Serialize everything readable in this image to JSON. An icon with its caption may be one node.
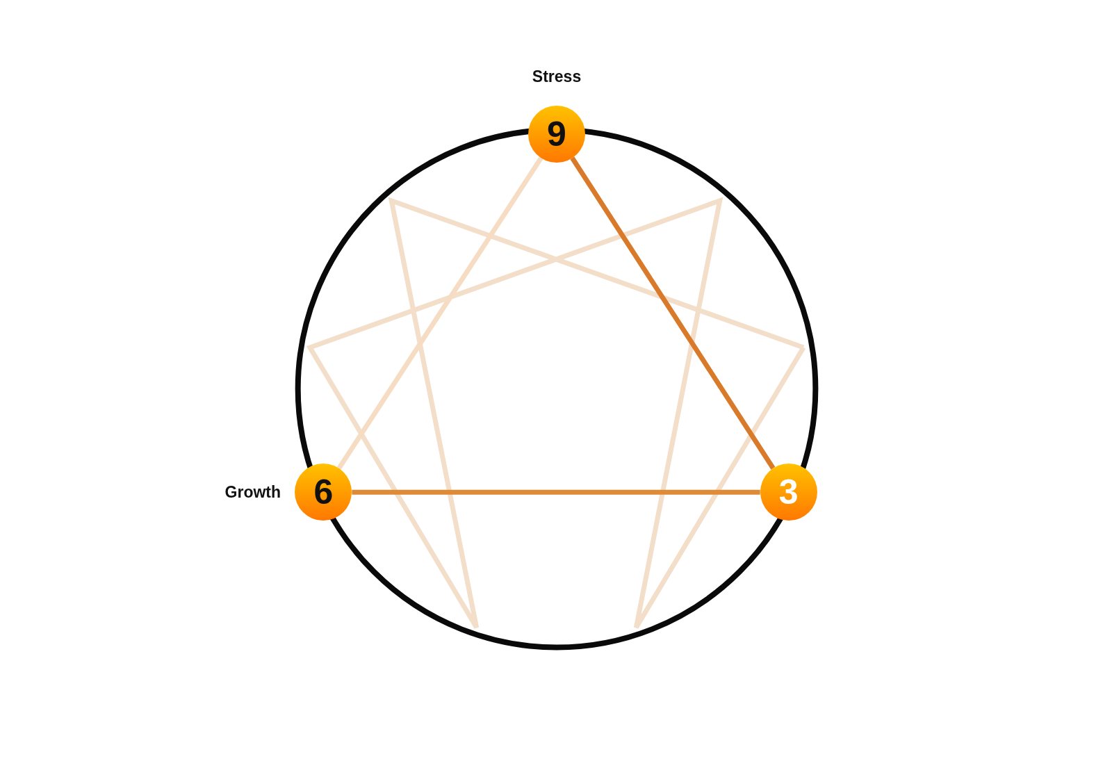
{
  "diagram": {
    "nodes": [
      {
        "text": [
          "9"
        ],
        "beside": [
          "Stress"
        ]
      },
      {
        "text": [
          "6"
        ],
        "beside": [
          "Growth"
        ]
      },
      {
        "text": [
          "3"
        ]
      }
    ],
    "edges": [
      {
        "from": 0,
        "to": 2,
        "arrow": "none"
      },
      {
        "from": 2,
        "to": 1,
        "arrow": "none"
      },
      {
        "from": 1,
        "to": 0,
        "arrow": "none",
        "color": "#f5dcc3"
      }
    ]
  }
}
